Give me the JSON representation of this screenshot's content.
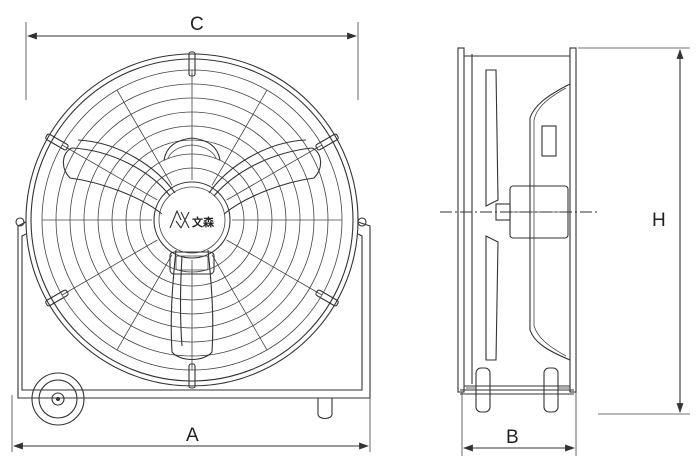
{
  "dimensions": {
    "overall_width": "C",
    "base_width": "A",
    "depth": "B",
    "height": "H"
  },
  "logo": {
    "mark": "AX",
    "text": "文森"
  },
  "colors": {
    "line": "#333333",
    "background": "#ffffff"
  }
}
